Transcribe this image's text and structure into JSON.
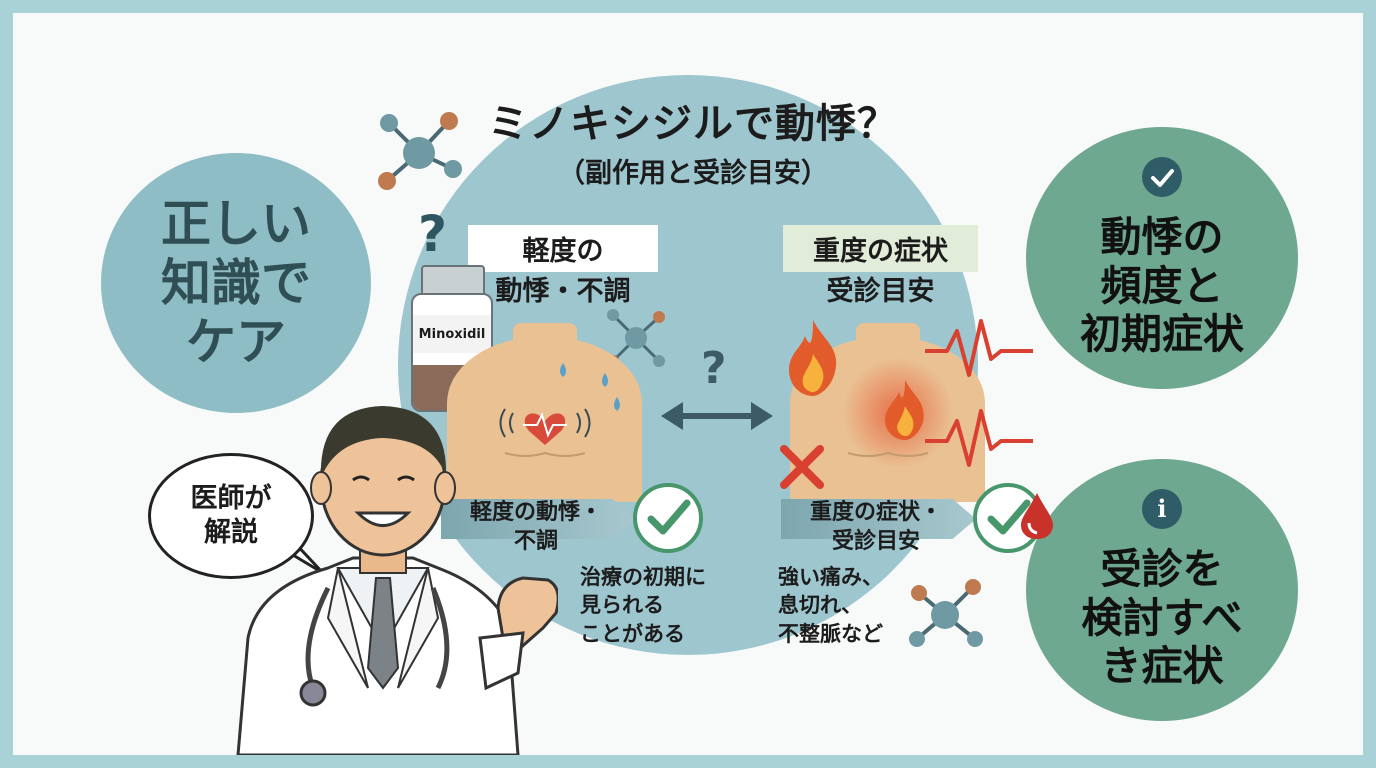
{
  "title": "ミノキシジルで動悸？",
  "subtitle": "（副作用と受診目安）",
  "left_bubble": {
    "line1": "正しい",
    "line2": "知識で",
    "line3": "ケア"
  },
  "right_top": {
    "icon": "check-icon",
    "line1": "動悸の",
    "line2": "頻度と",
    "line3": "初期症状"
  },
  "right_bottom": {
    "icon": "info-icon",
    "icon_glyph": "i",
    "line1": "受診を",
    "line2": "検討すべ",
    "line3": "き症状"
  },
  "mild": {
    "heading1": "軽度の",
    "heading2": "動悸・不調",
    "banner_line1": "軽度の動悸・",
    "banner_line2": "不調",
    "note_line1": "治療の初期に",
    "note_line2": "見られる",
    "note_line3": "ことがある"
  },
  "severe": {
    "heading1": "重度の症状",
    "heading2": "受診目安",
    "banner_line1": "重度の症状・",
    "banner_line2": "受診目安",
    "note_line1": "強い痛み、",
    "note_line2": "息切れ、",
    "note_line3": "不整脈など"
  },
  "bottle_label": "Minoxidil",
  "question_mark": "?",
  "speech_bubble": {
    "line1": "医師が",
    "line2": "解説"
  },
  "colors": {
    "background_border": "#a9d2d6",
    "center_circle": "#9ec6cf",
    "left_bubble": "#8fbdc5",
    "right_bubbles": "#6fa890",
    "check_green": "#48966b",
    "alert_red": "#d9402f"
  }
}
